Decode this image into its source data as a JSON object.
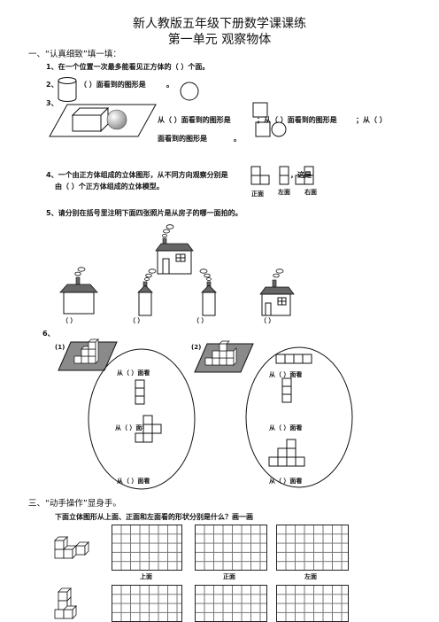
{
  "header": {
    "title": "新人教版五年级下册数学课课练",
    "subtitle": "第一单元  观察物体"
  },
  "section1": {
    "heading": "一、“认真细致”填一填：",
    "q1": "1、在一个位置一次最多能看见正方体的（    ）个面。",
    "q2_num": "2、",
    "q2_text": "（    ）面看到的图形是",
    "q2_dot": "。",
    "q3_num": "3、",
    "q3_line1": "从（    ）面看到的图形是",
    "q3_mid": "；从（    ）面看到的图形是",
    "q3_end": "；从（    ）",
    "q3_line2": "面看到的图形是",
    "q3_dot": "。",
    "q4_line1": "4、一个由正方体组成的立体图形，从不同方向观察分别是",
    "q4_tail": "，这是",
    "q4_line2": "由（    ）个正方体组成的立体模型。",
    "q4_views": [
      "正面",
      "左面",
      "右面"
    ],
    "q5": "5、请分别在括号里注明下面四张照片是从房子的哪一面拍的。",
    "q5_blanks": [
      "（    ）",
      "（    ）",
      "（    ）",
      "（    ）"
    ],
    "q6_num": "6、",
    "q6_fig1": "(1)",
    "q6_fig2": "(2)",
    "q6_left_labels": [
      "从（    ）面看",
      "从（    ）面看",
      "从（    ）面看"
    ],
    "q6_right_labels": [
      "从（    ）面看",
      "从（    ）面看",
      "从（    ）面看"
    ]
  },
  "section3": {
    "heading": "三、“动手操作”显身手。",
    "instruction": "下面立体图形从上面、正面和左面看的形状分别是什么？画一画",
    "grid_labels": [
      "上面",
      "正面",
      "左面"
    ]
  }
}
